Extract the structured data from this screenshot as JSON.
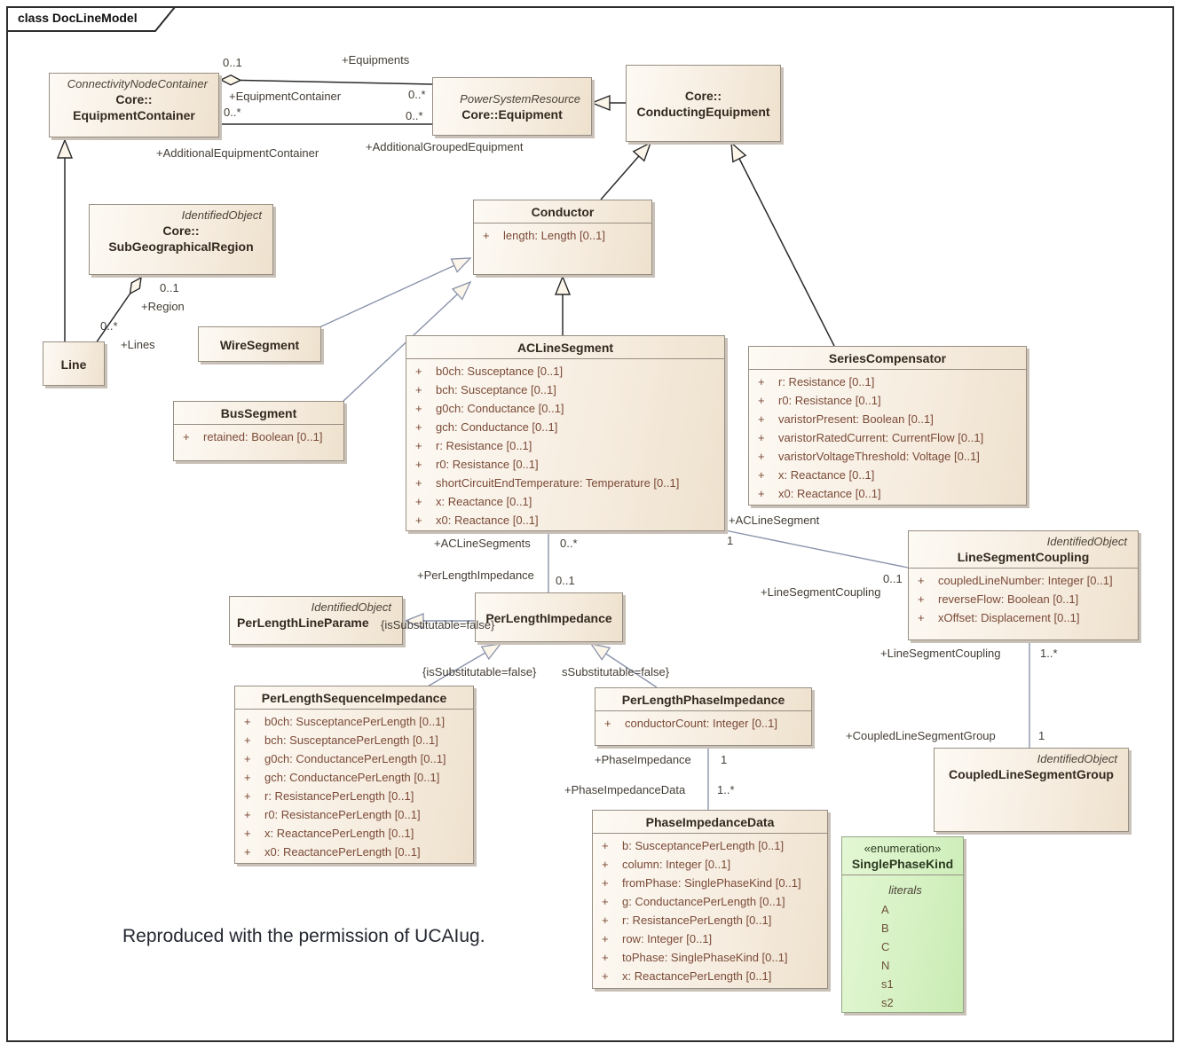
{
  "frame": {
    "title": "class DocLineModel"
  },
  "caption": "Reproduced with the permission of UCAIug.",
  "classes": {
    "equipmentContainer": {
      "stereotype": "ConnectivityNodeContainer",
      "name": "Core::\nEquipmentContainer"
    },
    "equipment": {
      "stereotype": "PowerSystemResource",
      "name": "Core::Equipment"
    },
    "conductingEquipment": {
      "name": "Core::\nConductingEquipment"
    },
    "subGeographicalRegion": {
      "stereotype": "IdentifiedObject",
      "name": "Core::\nSubGeographicalRegion"
    },
    "line": {
      "name": "Line"
    },
    "wireSegment": {
      "name": "WireSegment"
    },
    "busSegment": {
      "name": "BusSegment",
      "attributes": [
        "retained: Boolean [0..1]"
      ]
    },
    "conductor": {
      "name": "Conductor",
      "attributes": [
        "length: Length [0..1]"
      ]
    },
    "acLineSegment": {
      "name": "ACLineSegment",
      "attributes": [
        "b0ch: Susceptance [0..1]",
        "bch: Susceptance [0..1]",
        "g0ch: Conductance [0..1]",
        "gch: Conductance [0..1]",
        "r: Resistance [0..1]",
        "r0: Resistance [0..1]",
        "shortCircuitEndTemperature: Temperature [0..1]",
        "x: Reactance [0..1]",
        "x0: Reactance [0..1]"
      ]
    },
    "seriesCompensator": {
      "name": "SeriesCompensator",
      "attributes": [
        "r: Resistance [0..1]",
        "r0: Resistance [0..1]",
        "varistorPresent: Boolean [0..1]",
        "varistorRatedCurrent: CurrentFlow [0..1]",
        "varistorVoltageThreshold: Voltage [0..1]",
        "x: Reactance [0..1]",
        "x0: Reactance [0..1]"
      ]
    },
    "lineSegmentCoupling": {
      "stereotype": "IdentifiedObject",
      "name": "LineSegmentCoupling",
      "attributes": [
        "coupledLineNumber: Integer [0..1]",
        "reverseFlow: Boolean [0..1]",
        "xOffset: Displacement [0..1]"
      ]
    },
    "perLengthImpedance": {
      "name": "PerLengthImpedance"
    },
    "perLengthLineParameter": {
      "stereotype": "IdentifiedObject",
      "name": "PerLengthLineParame"
    },
    "perLengthSequenceImpedance": {
      "name": "PerLengthSequenceImpedance",
      "attributes": [
        "b0ch: SusceptancePerLength [0..1]",
        "bch: SusceptancePerLength [0..1]",
        "g0ch: ConductancePerLength [0..1]",
        "gch: ConductancePerLength [0..1]",
        "r: ResistancePerLength [0..1]",
        "r0: ResistancePerLength [0..1]",
        "x: ReactancePerLength [0..1]",
        "x0: ReactancePerLength [0..1]"
      ]
    },
    "perLengthPhaseImpedance": {
      "name": "PerLengthPhaseImpedance",
      "attributes": [
        "conductorCount: Integer [0..1]"
      ]
    },
    "phaseImpedanceData": {
      "name": "PhaseImpedanceData",
      "attributes": [
        "b: SusceptancePerLength [0..1]",
        "column: Integer [0..1]",
        "fromPhase: SinglePhaseKind [0..1]",
        "g: ConductancePerLength [0..1]",
        "r: ResistancePerLength [0..1]",
        "row: Integer [0..1]",
        "toPhase: SinglePhaseKind [0..1]",
        "x: ReactancePerLength [0..1]"
      ]
    },
    "coupledLineSegmentGroup": {
      "stereotype": "IdentifiedObject",
      "name": "CoupledLineSegmentGroup"
    }
  },
  "enum": {
    "stereotype": "«enumeration»",
    "name": "SinglePhaseKind",
    "literals_header": "literals",
    "literals": [
      "A",
      "B",
      "C",
      "N",
      "s1",
      "s2"
    ]
  },
  "connector_labels": [
    {
      "text": "0..1"
    },
    {
      "text": "+Equipments"
    },
    {
      "text": "0..*"
    },
    {
      "text": "+EquipmentContainer"
    },
    {
      "text": "0..*"
    },
    {
      "text": "0..*"
    },
    {
      "text": "+AdditionalEquipmentContainer"
    },
    {
      "text": "+AdditionalGroupedEquipment"
    },
    {
      "text": "0..1"
    },
    {
      "text": "+Region"
    },
    {
      "text": "0..*"
    },
    {
      "text": "+Lines"
    },
    {
      "text": "+ACLineSegments"
    },
    {
      "text": "0..*"
    },
    {
      "text": "+PerLengthImpedance"
    },
    {
      "text": "0..1"
    },
    {
      "text": "{isSubstitutable=false}"
    },
    {
      "text": "{isSubstitutable=false}"
    },
    {
      "text": "sSubstitutable=false}"
    },
    {
      "text": "+ACLineSegment"
    },
    {
      "text": "1"
    },
    {
      "text": "0..1"
    },
    {
      "text": "+LineSegmentCoupling"
    },
    {
      "text": "+LineSegmentCoupling"
    },
    {
      "text": "1..*"
    },
    {
      "text": "+CoupledLineSegmentGroup"
    },
    {
      "text": "1"
    },
    {
      "text": "+PhaseImpedance"
    },
    {
      "text": "1"
    },
    {
      "text": "+PhaseImpedanceData"
    },
    {
      "text": "1..*"
    }
  ]
}
